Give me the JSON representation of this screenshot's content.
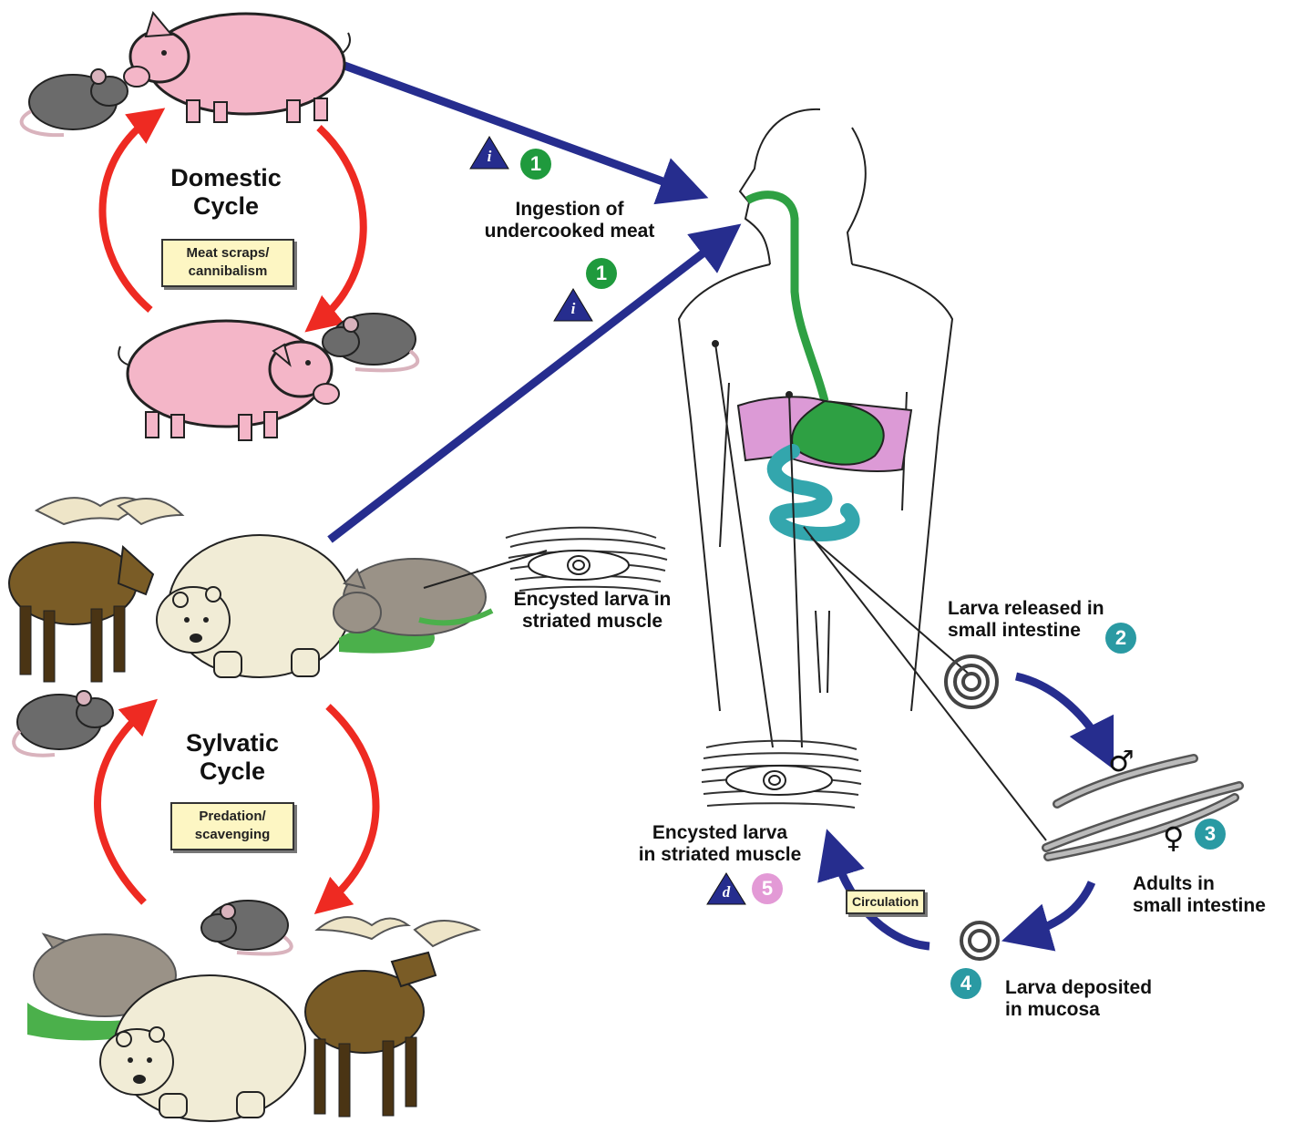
{
  "cycles": {
    "domestic": {
      "title_line1": "Domestic",
      "title_line2": "Cycle",
      "box_line1": "Meat scraps/",
      "box_line2": "cannibalism"
    },
    "sylvatic": {
      "title_line1": "Sylvatic",
      "title_line2": "Cycle",
      "box_line1": "Predation/",
      "box_line2": "scavenging"
    }
  },
  "stages": {
    "ingestion": {
      "line1": "Ingestion of",
      "line2": "undercooked meat",
      "number": "1",
      "stage_letter": "i"
    },
    "larva_released": {
      "line1": "Larva released in",
      "line2": "small intestine",
      "number": "2"
    },
    "adults": {
      "line1": "Adults in",
      "line2": "small intestine",
      "number": "3",
      "male_symbol": "♂",
      "female_symbol": "♀"
    },
    "larva_deposited": {
      "line1": "Larva deposited",
      "line2": "in mucosa",
      "number": "4"
    },
    "encysted_human": {
      "line1": "Encysted larva",
      "line2": "in striated muscle",
      "number": "5",
      "stage_letter": "d"
    },
    "encysted_wild": {
      "line1": "Encysted larva in",
      "line2": "striated muscle"
    }
  },
  "circulation_label": "Circulation",
  "colors": {
    "arrow_blue": "#262d8e",
    "cycle_red": "#ee2a22",
    "badge_green": "#1f9a3d",
    "badge_teal": "#2a9aa3",
    "badge_pink": "#e39ad6",
    "digestive_green": "#2ea043",
    "intestine_teal": "#33a6ad",
    "liver_pink": "#dc9ad6",
    "pig_pink": "#f4b6c8",
    "rat_gray": "#6b6b6b",
    "moose_brown": "#7a5c26",
    "bear_cream": "#f1ecd6",
    "boar_gray": "#9a9287",
    "grass_green": "#4bb04b",
    "box_fill": "#fdf6c3"
  },
  "icons": [
    "pig-icon",
    "rat-icon",
    "moose-icon",
    "bear-icon",
    "boar-icon",
    "human-body-icon",
    "larva-icon",
    "worm-icon",
    "muscle-tissue-icon"
  ]
}
